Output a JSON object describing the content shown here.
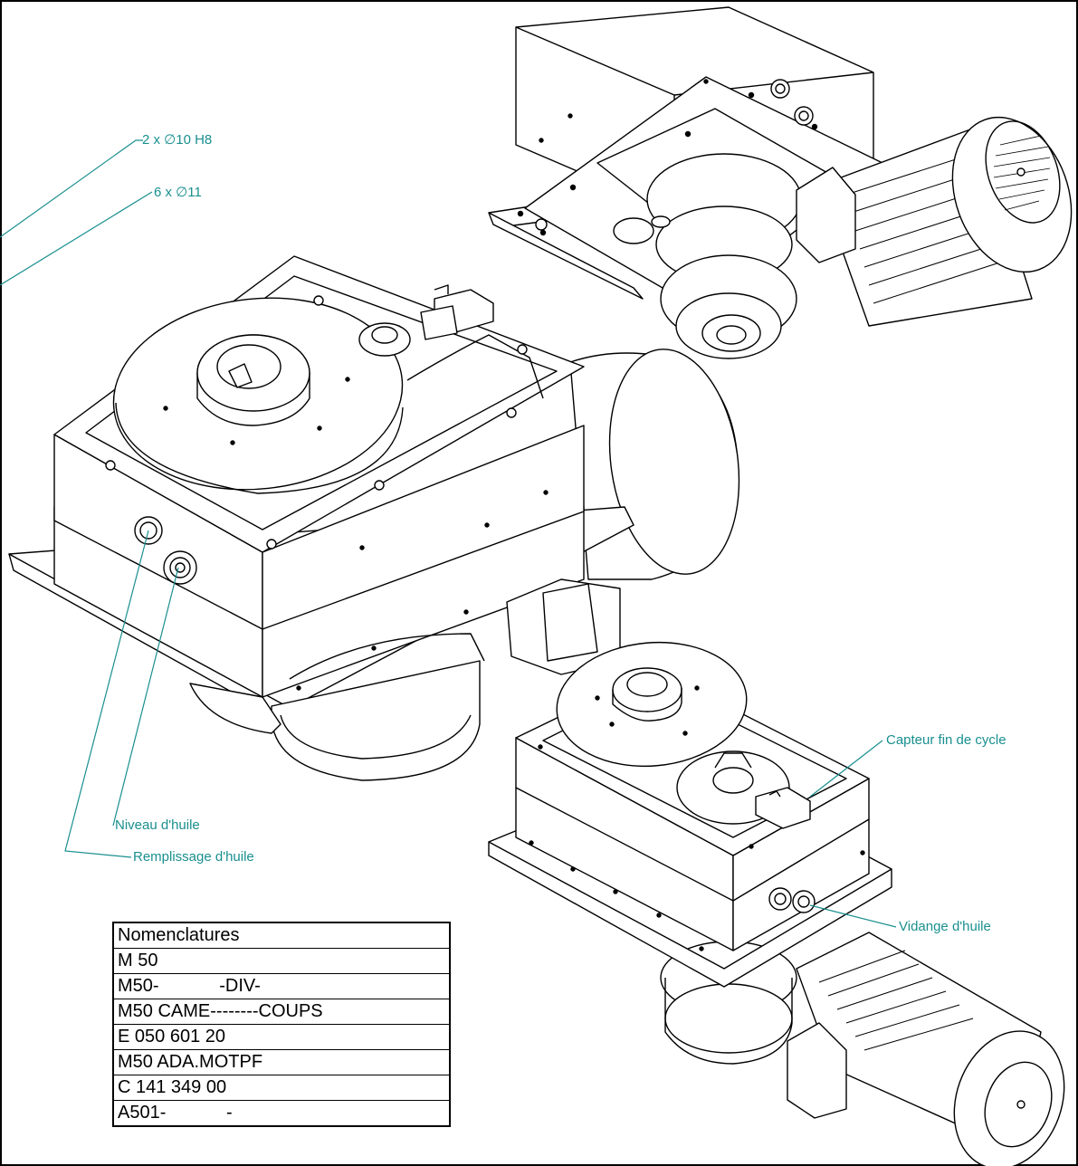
{
  "callouts": {
    "holes_pins": "2 x ∅10 H8",
    "holes_bolts": "6 x ∅11",
    "oil_level": "Niveau d'huile",
    "oil_fill": "Remplissage d'huile",
    "cycle_sensor": "Capteur fin de cycle",
    "oil_drain": "Vidange d'huile"
  },
  "nomenclature": {
    "rows": [
      "Nomenclatures",
      "M 50",
      "M50-            -DIV-",
      "M50 CAME--------COUPS",
      "E 050 601 20",
      "M50 ADA.MOTPF",
      "C 141 349 00",
      "A501-            -"
    ]
  },
  "colors": {
    "line": "#000000",
    "callout": "#1a8f8f",
    "background": "#ffffff"
  }
}
